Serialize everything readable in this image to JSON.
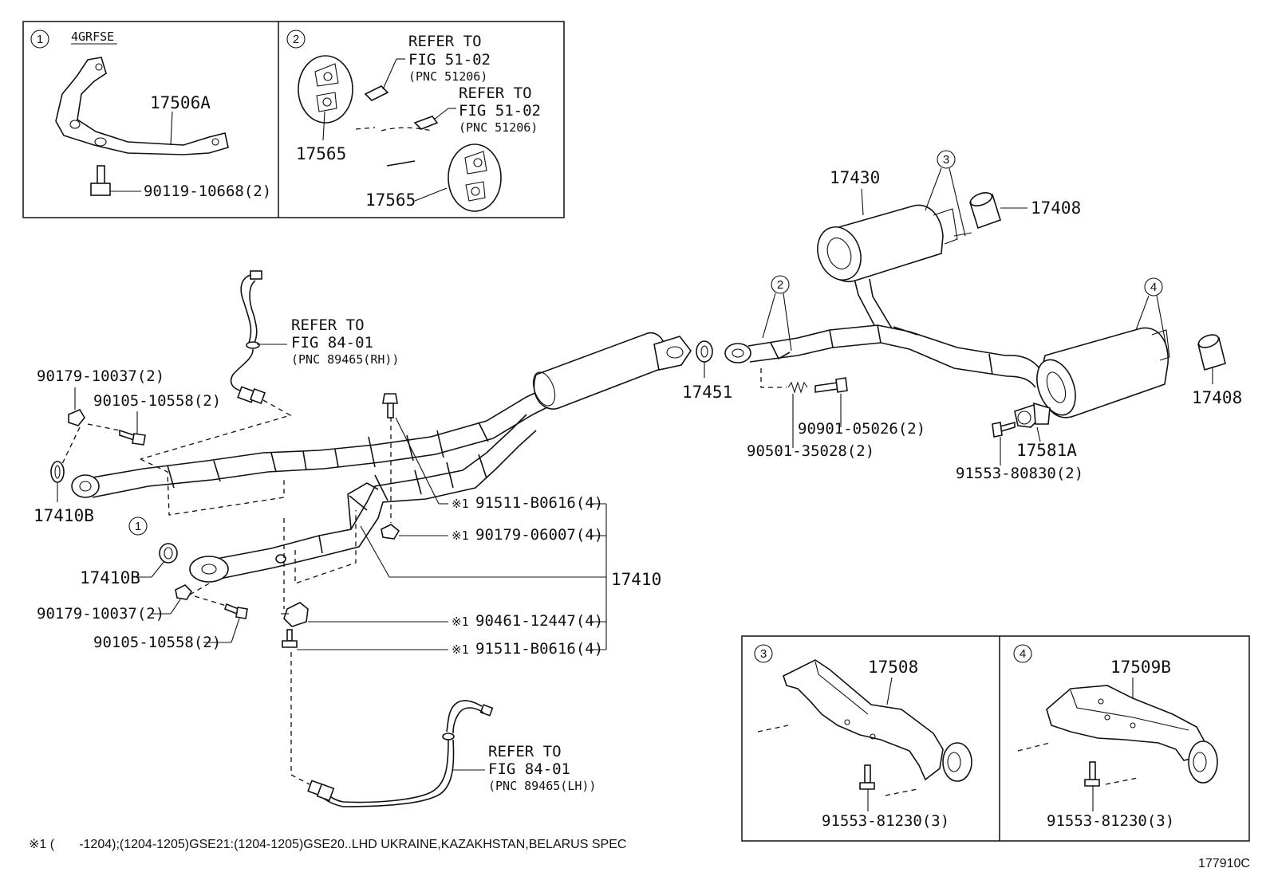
{
  "inset1": {
    "circle": "1",
    "variant": "4GRFSE",
    "labels": {
      "bracket": "17506A",
      "bolt": "90119-10668(2)"
    }
  },
  "inset2": {
    "circle": "2",
    "refer_a": {
      "l1": "REFER TO",
      "l2": "FIG 51-02",
      "l3": "(PNC 51206)"
    },
    "refer_b": {
      "l1": "REFER TO",
      "l2": "FIG 51-02",
      "l3": "(PNC 51206)"
    },
    "hanger_top": "17565",
    "hanger_bottom": "17565"
  },
  "inset3": {
    "circle": "3",
    "bracket": "17508",
    "bolt": "91553-81230(3)"
  },
  "inset4": {
    "circle": "4",
    "bracket": "17509B",
    "bolt": "91553-81230(3)"
  },
  "main": {
    "callouts": {
      "c1": "1",
      "c2": "2",
      "c3": "3",
      "c4": "4"
    },
    "refer_rh": {
      "l1": "REFER TO",
      "l2": "FIG 84-01",
      "l3": "(PNC 89465(RH))"
    },
    "refer_lh": {
      "l1": "REFER TO",
      "l2": "FIG 84-01",
      "l3": "(PNC 89465(LH))"
    },
    "parts": {
      "p90179_top": "90179-10037(2)",
      "p90105_top": "90105-10558(2)",
      "p17410B_top": "17410B",
      "p17410B_bot": "17410B",
      "p90179_bot": "90179-10037(2)",
      "p90105_bot": "90105-10558(2)",
      "p91511_a": "91511-B0616(4)",
      "p90179_06007": "90179-06007(4)",
      "p17410": "17410",
      "p90461": "90461-12447(4)",
      "p91511_b": "91511-B0616(4)",
      "p17451": "17451",
      "p17430": "17430",
      "p17408_top": "17408",
      "p17408_right": "17408",
      "p90901": "90901-05026(2)",
      "p90501": "90501-35028(2)",
      "p17581A": "17581A",
      "p91553_80830": "91553-80830(2)"
    },
    "note_marks": {
      "m1": "※1",
      "m2": "※1",
      "m3": "※1",
      "m4": "※1"
    }
  },
  "footnote": "※1 (       -1204);(1204-1205)GSE21:(1204-1205)GSE20..LHD UKRAINE,KAZAKHSTAN,BELARUS SPEC",
  "figure_id": "177910C"
}
